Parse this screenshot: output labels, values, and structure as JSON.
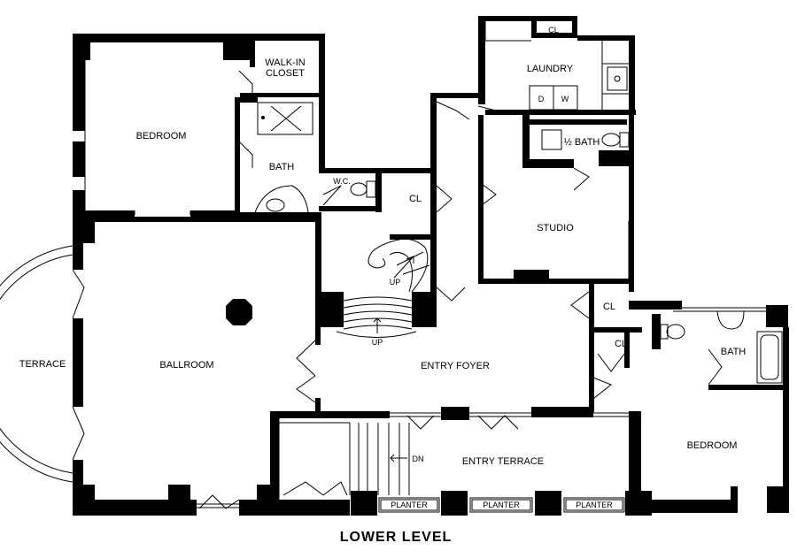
{
  "title": "LOWER LEVEL",
  "rooms": {
    "bedroom_1": "BEDROOM",
    "walkin_closet_1": "WALK-IN",
    "walkin_closet_2": "CLOSET",
    "bath_1": "BATH",
    "wc": "W.C.",
    "cl_1": "CL",
    "cl_top": "CL",
    "laundry": "LAUNDRY",
    "dryer": "D",
    "washer": "W",
    "half_bath": "½ BATH",
    "studio": "STUDIO",
    "up_1": "UP",
    "up_2": "UP",
    "ballroom": "BALLROOM",
    "terrace": "TERRACE",
    "entry_foyer": "ENTRY FOYER",
    "cl_2": "CL",
    "cl_3": "CL",
    "bath_2": "BATH",
    "bedroom_2": "BEDROOM",
    "entry_terrace": "ENTRY TERRACE",
    "dn": "DN"
  },
  "planters": [
    "PLANTER",
    "PLANTER",
    "PLANTER"
  ]
}
